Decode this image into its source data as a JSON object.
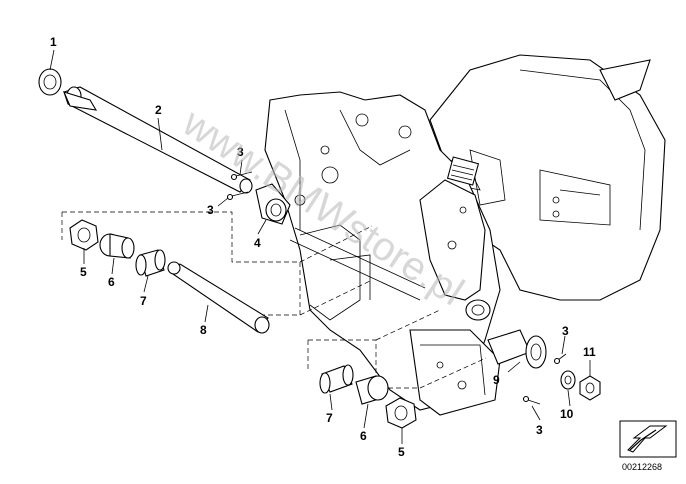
{
  "diagram": {
    "watermark": "www.BMWstore.pl",
    "diagram_number": "00212268",
    "callouts": [
      {
        "id": "c1",
        "label": "1"
      },
      {
        "id": "c2",
        "label": "2"
      },
      {
        "id": "c3a",
        "label": "3"
      },
      {
        "id": "c3b",
        "label": "3"
      },
      {
        "id": "c4",
        "label": "4"
      },
      {
        "id": "c5a",
        "label": "5"
      },
      {
        "id": "c6a",
        "label": "6"
      },
      {
        "id": "c7a",
        "label": "7"
      },
      {
        "id": "c8",
        "label": "8"
      },
      {
        "id": "c3c",
        "label": "3"
      },
      {
        "id": "c11",
        "label": "11"
      },
      {
        "id": "c9",
        "label": "9"
      },
      {
        "id": "c10",
        "label": "10"
      },
      {
        "id": "c3d",
        "label": "3"
      },
      {
        "id": "c7b",
        "label": "7"
      },
      {
        "id": "c6b",
        "label": "6"
      },
      {
        "id": "c5b",
        "label": "5"
      }
    ],
    "colors": {
      "line": "#000000",
      "watermark": "#b8b8b8",
      "background": "#ffffff"
    },
    "icons": [
      "view-direction-arrow-icon"
    ]
  }
}
